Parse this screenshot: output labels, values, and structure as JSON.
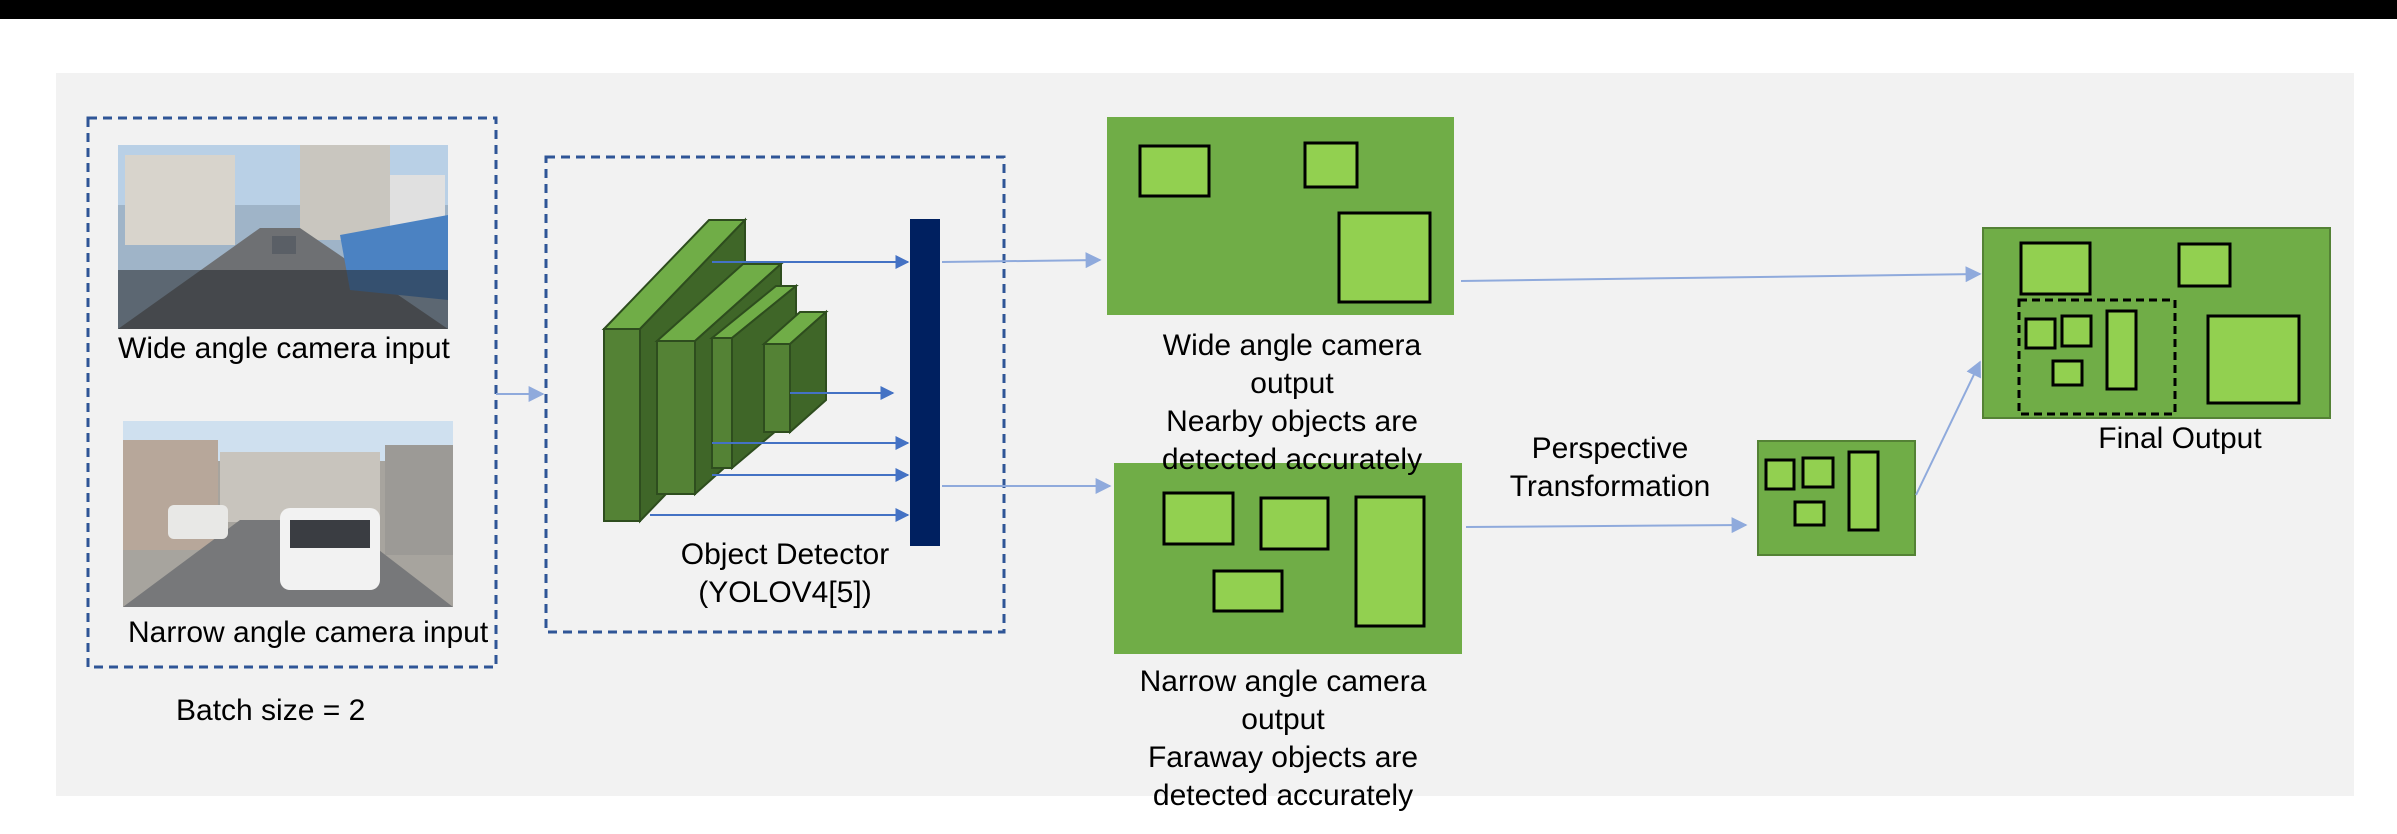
{
  "input": {
    "wide_label": "Wide angle camera input",
    "narrow_label": "Narrow angle camera input",
    "batch_label": "Batch size = 2"
  },
  "detector": {
    "title": "Object Detector",
    "model": "(YOLOV4[5])"
  },
  "wide_output": {
    "line1": "Wide angle camera",
    "line2": "output",
    "line3": "Nearby objects are",
    "line4": "detected accurately"
  },
  "narrow_output": {
    "line1": "Narrow angle camera",
    "line2": "output",
    "line3": "Faraway objects are",
    "line4": "detected accurately"
  },
  "transform": {
    "line1": "Perspective",
    "line2": "Transformation"
  },
  "final": {
    "label": "Final Output"
  },
  "colors": {
    "panel": "#f2f2f2",
    "frame_green": "#70ad47",
    "box_green": "#92d050",
    "layer_green": "#548235",
    "layer_dark": "#3f6628",
    "bar_navy": "#002060",
    "arrow_blue": "#4472c4",
    "arrow_light": "#8faadc",
    "dash_blue": "#2f5597"
  }
}
